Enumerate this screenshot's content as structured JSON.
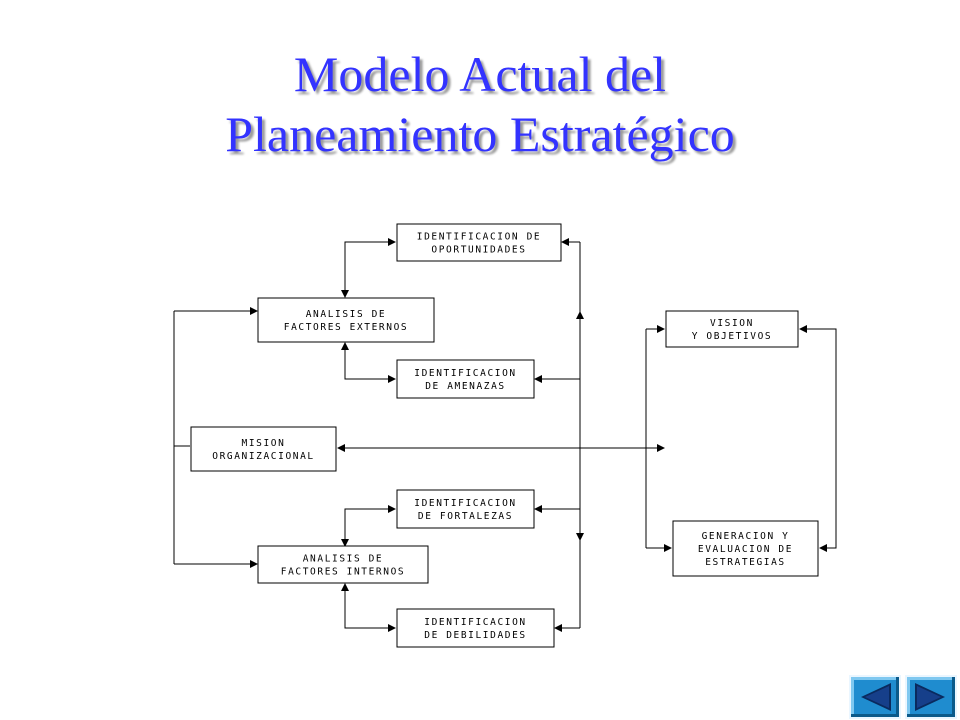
{
  "slide": {
    "title_line1": "Modelo Actual del",
    "title_line2": "Planeamiento Estratégico"
  },
  "diagram": {
    "boxes": {
      "oportunidades": [
        "IDENTIFICACION DE",
        "OPORTUNIDADES"
      ],
      "externos": [
        "ANALISIS DE",
        "FACTORES EXTERNOS"
      ],
      "amenazas": [
        "IDENTIFICACION",
        "DE AMENAZAS"
      ],
      "mision": [
        "MISION",
        "ORGANIZACIONAL"
      ],
      "fortalezas": [
        "IDENTIFICACION",
        "DE FORTALEZAS"
      ],
      "internos": [
        "ANALISIS DE",
        "FACTORES INTERNOS"
      ],
      "debilidades": [
        "IDENTIFICACION",
        "DE DEBILIDADES"
      ],
      "vision": [
        "VISION",
        "Y OBJETIVOS"
      ],
      "estrategias": [
        "GENERACION Y",
        "EVALUACION DE",
        "ESTRATEGIAS"
      ]
    }
  },
  "navigation": {
    "prev_icon": "triangle-left-icon",
    "next_icon": "triangle-right-icon",
    "button_color": "#1f8ccf",
    "title_color": "#3333ff"
  }
}
